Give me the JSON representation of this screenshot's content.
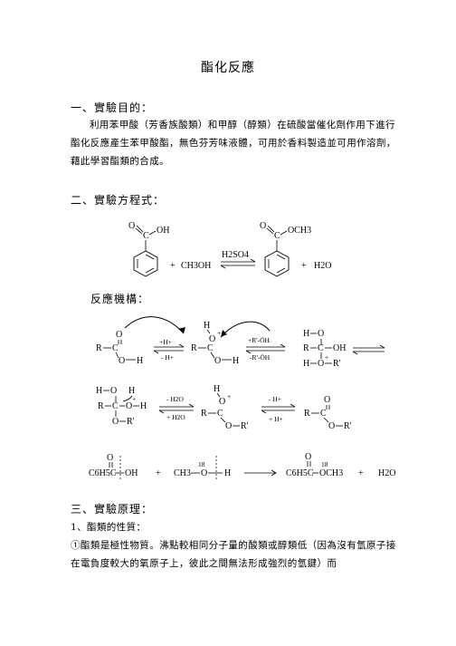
{
  "title": "酯化反應",
  "sections": {
    "purpose_heading": "一、實驗目的：",
    "purpose_text": "利用苯甲酸（芳香族酸類）和甲醇（醇類）在硫酸當催化劑作用下進行酯化反應產生苯甲酸酯，無色芬芳味液體，可用於香料製造並可用作溶劑，藉此學習酯類的合成。",
    "equation_heading": "二、實驗方程式：",
    "mechanism_heading": "反應機構：",
    "principle_heading": "三、實驗原理：",
    "principle_sub": "1、酯類的性質：",
    "principle_text": "①酯類是極性物質。沸點較相同分子量的酸類或醇類低（因為沒有氫原子接在電負度較大的氧原子上，彼此之間無法形成強烈的氫鍵）而"
  },
  "equation": {
    "acid_oh": "OH",
    "acid_o": "O",
    "acid_c": "C",
    "plus1": "+",
    "methanol": "CH3OH",
    "catalyst": "H2SO4",
    "ester_o": "O",
    "ester_c": "C",
    "ester_och3": "OCH3",
    "plus2": "+",
    "water": "H2O"
  },
  "mechanism": {
    "row1": {
      "s1_o": "O",
      "s1_r": "R",
      "s1_c": "C",
      "s1_o2": "O",
      "s1_h": "H",
      "a1_top": "+H+",
      "a1_bot": "- H+",
      "s2_h": "H",
      "s2_o": "O",
      "s2_plus": "+",
      "s2_r": "R",
      "s2_c": "C",
      "s2_o2": "O",
      "s2_h2": "H",
      "a2_top": "+R'-ÖH",
      "a2_bot": "-R'-ÖH",
      "s3_h": "H",
      "s3_o": "O",
      "s3_r": "R",
      "s3_c": "C",
      "s3_oh": "OH",
      "s3_h2": "H",
      "s3_o2": "O",
      "s3_plus": "+",
      "s3_r2": "R'"
    },
    "row2": {
      "s4_h": "H",
      "s4_o": "O",
      "s4_h2": "H",
      "s4_r": "R",
      "s4_c": "C",
      "s4_o2": "O",
      "s4_plus": "+",
      "s4_h3": "H",
      "s4_o3": "O",
      "s4_r2": "R'",
      "a3_top": "- H2O",
      "a3_bot": "+ H2O",
      "s5_h": "H",
      "s5_o": "O",
      "s5_plus": "+",
      "s5_r": "R",
      "s5_c": "C",
      "s5_o2": "O",
      "s5_r2": "R'",
      "a4_top": "- H+",
      "a4_bot": "+ H+",
      "s6_o": "O",
      "s6_r": "R",
      "s6_c": "C",
      "s6_o2": "O",
      "s6_r2": "R'"
    },
    "row3": {
      "acid_o": "O",
      "acid": "C6H5C",
      "acid_oh": "OH",
      "plus1": "+",
      "label18": "18",
      "methanol_ch3": "CH3",
      "methanol_o": "O",
      "methanol_h": "H",
      "ester_o": "O",
      "ester_label18": "18",
      "ester": "C6H5C",
      "ester_och3": "OCH3",
      "plus2": "+",
      "water": "H2O"
    }
  }
}
